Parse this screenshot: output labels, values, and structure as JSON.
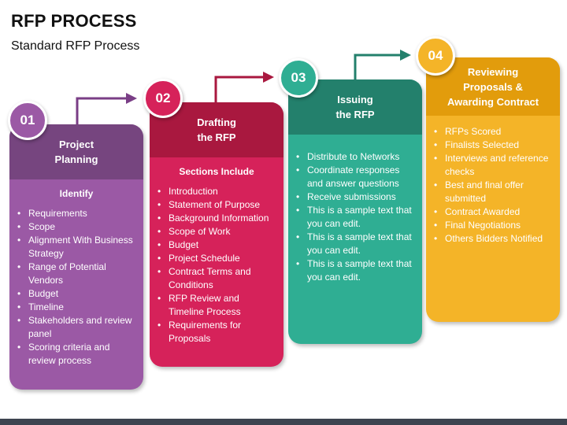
{
  "title": "RFP PROCESS",
  "subtitle": "Standard RFP Process",
  "colors": {
    "step1": "#9b59a5",
    "step1_dark": "#76457f",
    "step2": "#d6225a",
    "step2_dark": "#a9183f",
    "step3": "#2fae93",
    "step3_dark": "#23806c",
    "step4": "#f4b428",
    "step4_dark": "#e29c0c"
  },
  "steps": [
    {
      "number": "01",
      "heading": "Project\nPlanning",
      "subheading": "Identify",
      "items": [
        "Requirements",
        "Scope",
        "Alignment With Business Strategy",
        "Range of Potential Vendors",
        "Budget",
        "Timeline",
        "Stakeholders and review panel",
        "Scoring criteria and review process"
      ]
    },
    {
      "number": "02",
      "heading": "Drafting\nthe RFP",
      "subheading": "Sections Include",
      "items": [
        "Introduction",
        "Statement of Purpose",
        "Background Information",
        "Scope of Work",
        "Budget",
        "Project Schedule",
        "Contract Terms and Conditions",
        "RFP Review and Timeline Process",
        "Requirements for Proposals"
      ]
    },
    {
      "number": "03",
      "heading": "Issuing\nthe RFP",
      "subheading": "",
      "items": [
        "Distribute to Networks",
        "Coordinate responses and answer questions",
        "Receive submissions",
        "This is a sample text that you can edit.",
        "This is a sample text that you can edit.",
        "This is a sample text that you can edit."
      ]
    },
    {
      "number": "04",
      "heading": "Reviewing\nProposals &\nAwarding Contract",
      "subheading": "",
      "items": [
        "RFPs Scored",
        "Finalists Selected",
        "Interviews and reference checks",
        "Best and final offer submitted",
        "Contract Awarded",
        "Final Negotiations",
        "Others Bidders Notified"
      ]
    }
  ]
}
